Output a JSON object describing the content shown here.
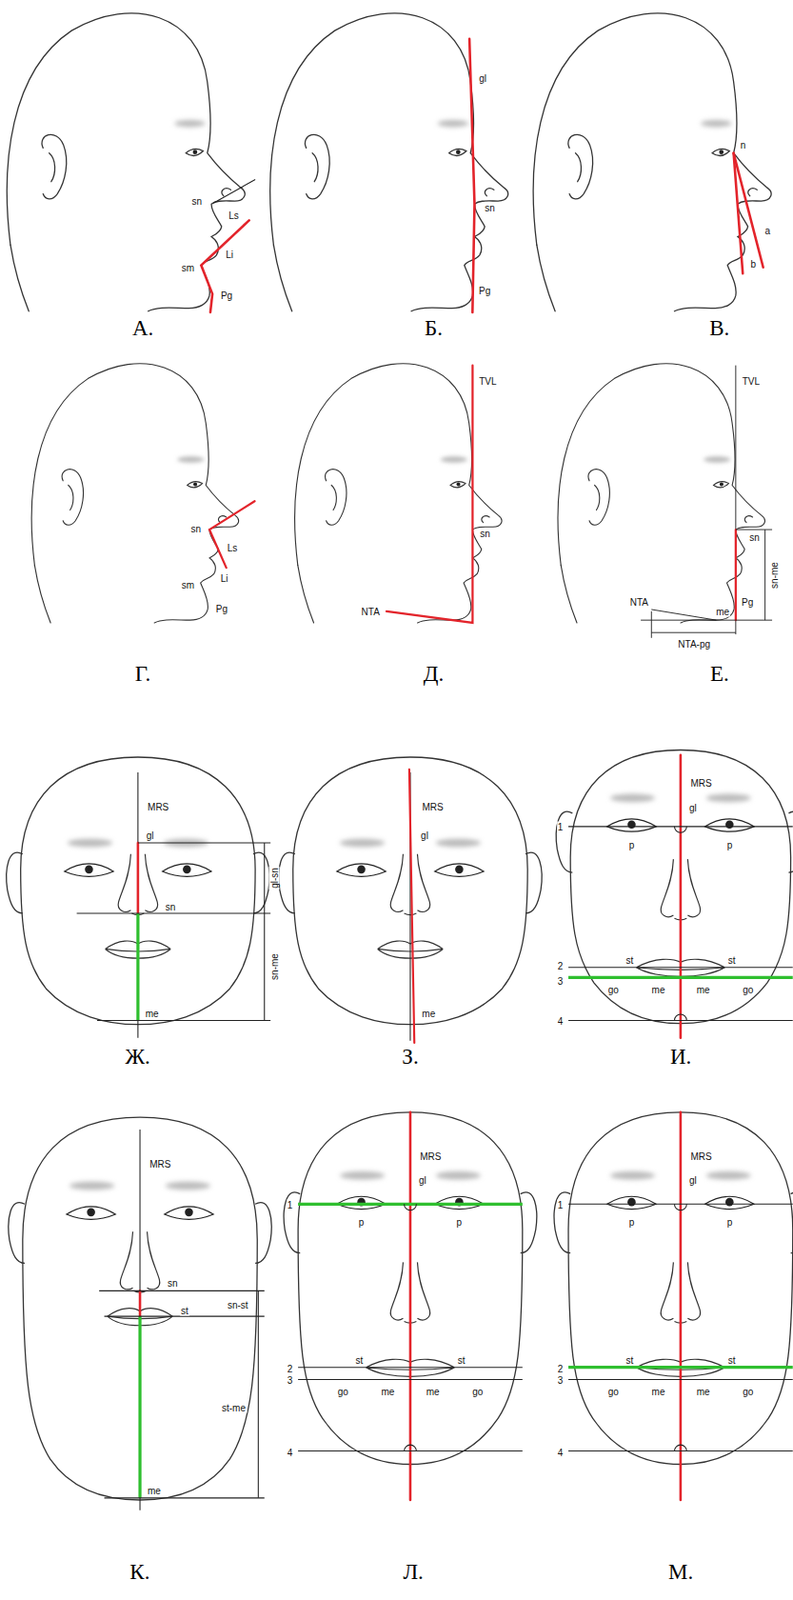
{
  "diagram": {
    "labels": [
      "sn",
      "Ls",
      "sm",
      "Li",
      "Pg",
      "А.",
      "gl",
      "sn",
      "Pg",
      "Б.",
      "n",
      "a",
      "b",
      "В.",
      "sn",
      "Ls",
      "sm",
      "Li",
      "Pg",
      "Г.",
      "TVL",
      "sn",
      "NTA",
      "Д.",
      "TVL",
      "sn",
      "sn-me",
      "Pg",
      "me",
      "NTA",
      "NTA-pg",
      "Е.",
      "MRS",
      "gl",
      "gl-sn",
      "sn",
      "sn-me",
      "me",
      "Ж.",
      "MRS",
      "gl",
      "me",
      "З.",
      "MRS",
      "gl",
      "1",
      "p",
      "p",
      "2",
      "st",
      "st",
      "3",
      "go",
      "me",
      "me",
      "go",
      "4",
      "И.",
      "MRS",
      "sn",
      "sn-st",
      "st",
      "st-me",
      "me",
      "К.",
      "MRS",
      "gl",
      "1",
      "p",
      "p",
      "2",
      "st",
      "st",
      "3",
      "go",
      "me",
      "me",
      "go",
      "4",
      "Л.",
      "MRS",
      "gl",
      "1",
      "p",
      "p",
      "2",
      "st",
      "st",
      "3",
      "go",
      "me",
      "me",
      "go",
      "4",
      "М."
    ]
  }
}
